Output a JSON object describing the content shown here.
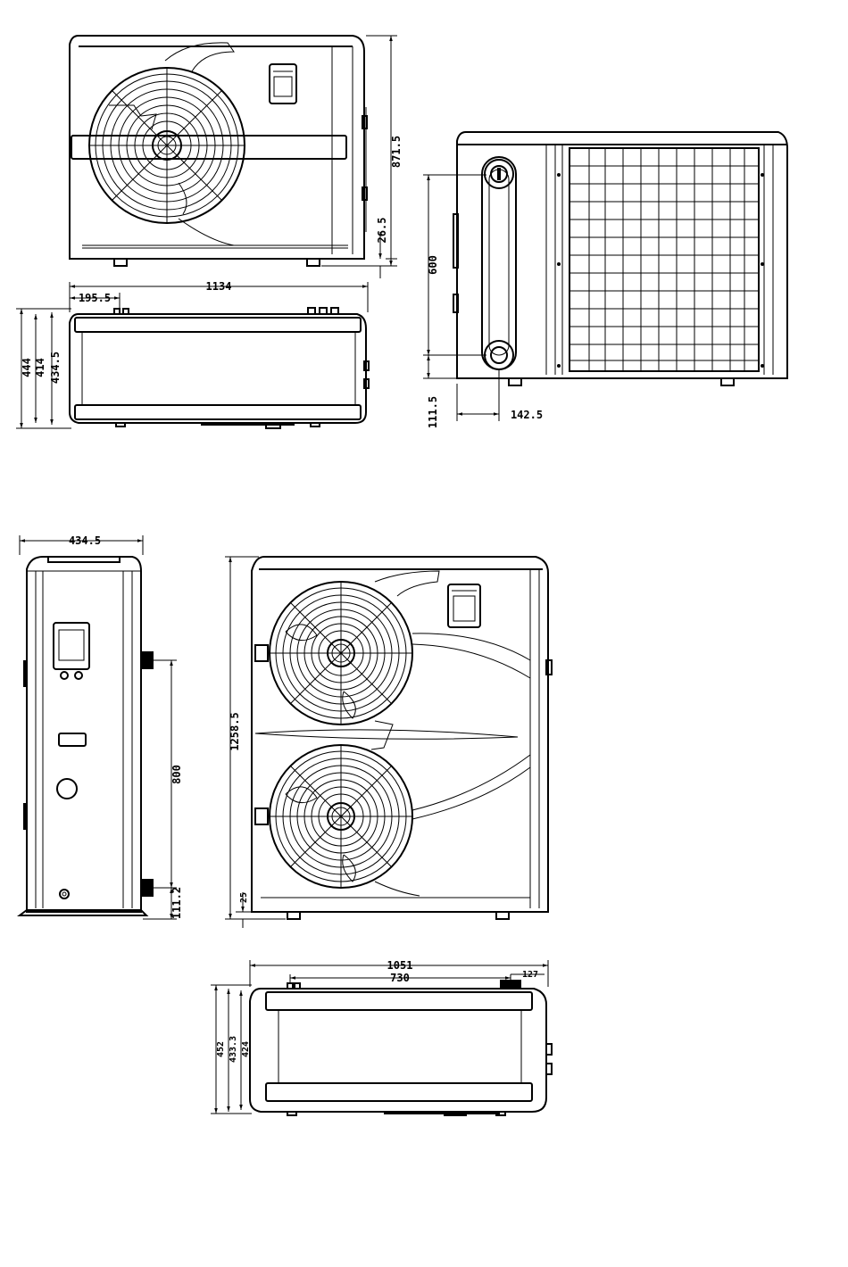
{
  "views": {
    "single_fan_front": {
      "height_label": "871.5",
      "foot_label": "26.5"
    },
    "single_fan_top": {
      "width_label": "1134",
      "offset_label": "195.5",
      "depth_outer_label": "444",
      "depth_mid_label": "414",
      "depth_inner_label": "434.5"
    },
    "single_fan_side": {
      "pipe_spacing_label": "600",
      "pipe_bottom_label": "111.5",
      "pipe_offset_label": "142.5"
    },
    "double_fan_side": {
      "width_label": "434.5",
      "pipe_spacing_label": "800",
      "pipe_bottom_label": "111.2"
    },
    "double_fan_front": {
      "height_label": "1258.5",
      "foot_label": "25"
    },
    "double_fan_top": {
      "width_label": "1051",
      "pipe_label": "730",
      "offset_label": "127",
      "depth_outer_label": "452",
      "depth_mid_label": "433.3",
      "depth_inner_label": "424"
    }
  }
}
